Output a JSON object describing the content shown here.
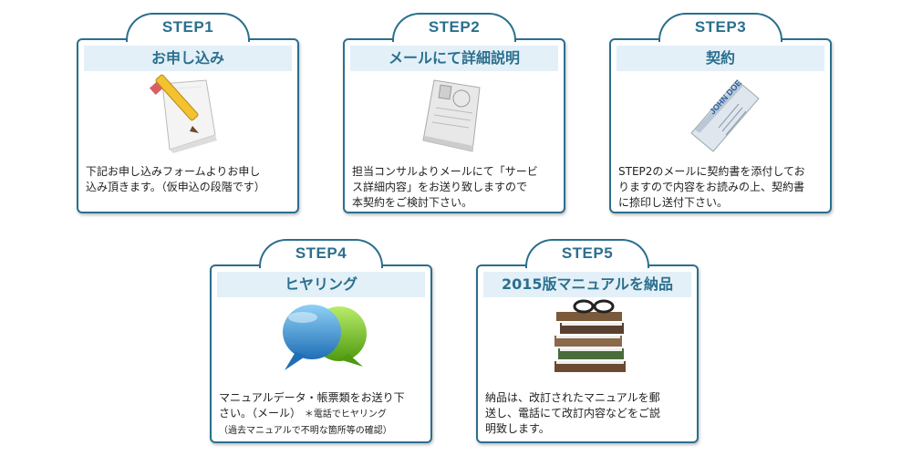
{
  "steps": [
    {
      "label": "STEP1",
      "title": "お申し込み",
      "desc": "下記お申し込みフォームよりお申し\n込み頂きます。（仮申込の段階です）"
    },
    {
      "label": "STEP2",
      "title": "メールにて詳細説明",
      "desc": "担当コンサルよりメールにて「サービ\nス詳細内容」をお送り致しますので\n本契約をご検討下さい。"
    },
    {
      "label": "STEP3",
      "title": "契約",
      "desc": "STEP2のメールに契約書を添付してお\nりますので内容をお読みの上、契約書\nに捺印し送付下さい。",
      "card_name": "JOHN DOE"
    },
    {
      "label": "STEP4",
      "title": "ヒヤリング",
      "desc_main": "マニュアルデータ・帳票類をお送り下\nさい。（メール）",
      "desc_small1": "＊電話でヒヤリング",
      "desc_small2": "（過去マニュアルで不明な箇所等の確認）"
    },
    {
      "label": "STEP5",
      "title": "2015版マニュアルを納品",
      "desc": "納品は、改訂されたマニュアルを郵\n送し、電話にて改訂内容などをご説\n明致します。"
    }
  ],
  "colors": {
    "accent": "#2b6f8e",
    "title_bg": "#e3f0f8"
  },
  "icons": [
    "pencil-paper-icon",
    "mail-letter-icon",
    "business-card-icon",
    "speech-bubbles-icon",
    "books-glasses-icon"
  ]
}
